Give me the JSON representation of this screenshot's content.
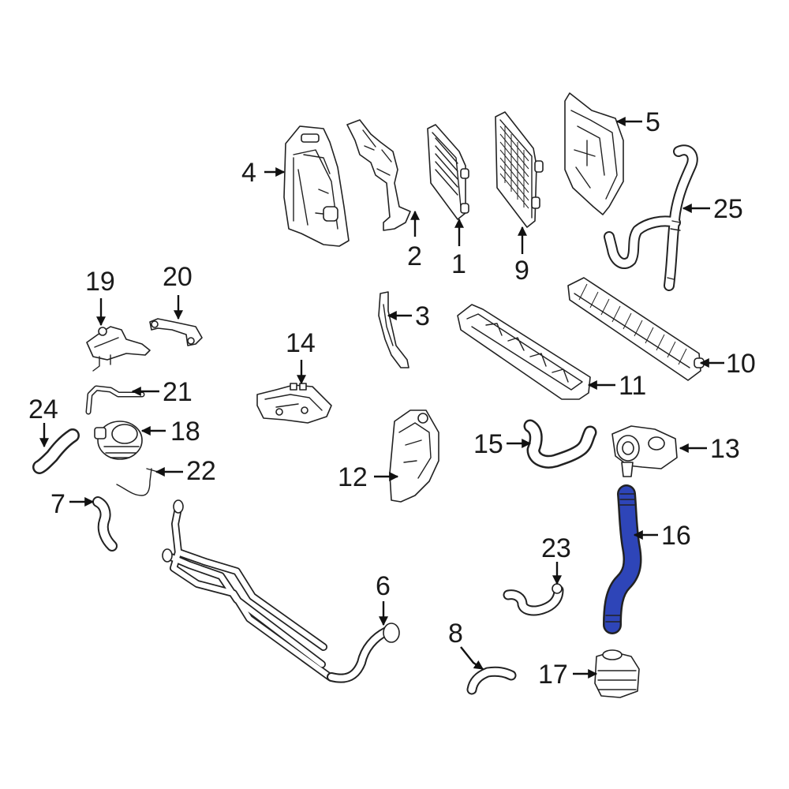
{
  "diagram": {
    "highlight_color": "#2e45b8",
    "highlighted_part": "16",
    "callouts": [
      {
        "id": "1",
        "label": "1"
      },
      {
        "id": "2",
        "label": "2"
      },
      {
        "id": "3",
        "label": "3"
      },
      {
        "id": "4",
        "label": "4"
      },
      {
        "id": "5",
        "label": "5"
      },
      {
        "id": "6",
        "label": "6"
      },
      {
        "id": "7",
        "label": "7"
      },
      {
        "id": "8",
        "label": "8"
      },
      {
        "id": "9",
        "label": "9"
      },
      {
        "id": "10",
        "label": "10"
      },
      {
        "id": "11",
        "label": "11"
      },
      {
        "id": "12",
        "label": "12"
      },
      {
        "id": "13",
        "label": "13"
      },
      {
        "id": "14",
        "label": "14"
      },
      {
        "id": "15",
        "label": "15"
      },
      {
        "id": "16",
        "label": "16"
      },
      {
        "id": "17",
        "label": "17"
      },
      {
        "id": "18",
        "label": "18"
      },
      {
        "id": "19",
        "label": "19"
      },
      {
        "id": "20",
        "label": "20"
      },
      {
        "id": "21",
        "label": "21"
      },
      {
        "id": "22",
        "label": "22"
      },
      {
        "id": "23",
        "label": "23"
      },
      {
        "id": "24",
        "label": "24"
      },
      {
        "id": "25",
        "label": "25"
      }
    ]
  }
}
